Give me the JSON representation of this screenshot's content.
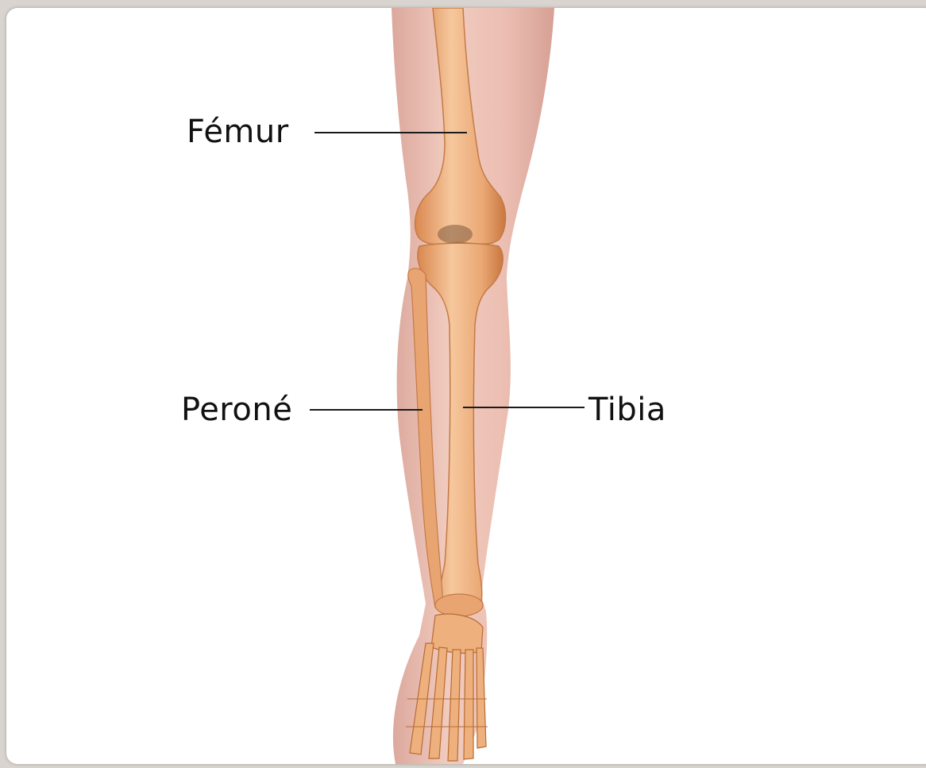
{
  "labels": {
    "femur": "Fémur",
    "perone": "Peroné",
    "tibia": "Tibia"
  },
  "colors": {
    "skin": "#e7b4a6",
    "skin_shadow": "#d7988a",
    "bone": "#f0b88a",
    "bone_shadow": "#d98c55",
    "leader_line": "#1a1a1a",
    "background": "#ffffff"
  }
}
